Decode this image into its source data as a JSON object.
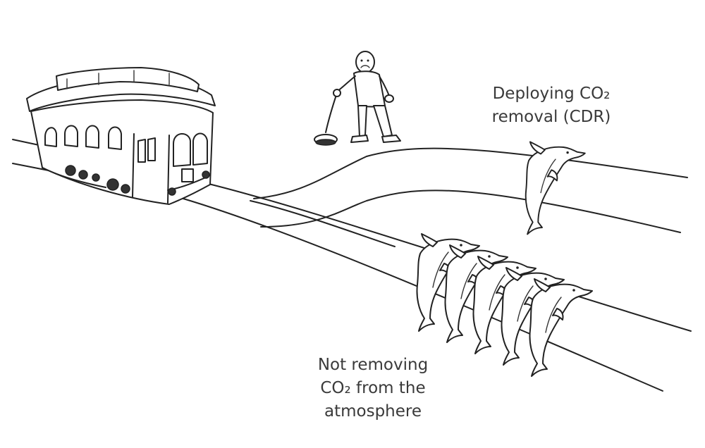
{
  "scene": {
    "caption_top": {
      "line1": "Deploying CO₂",
      "line2": "removal (CDR)"
    },
    "caption_bottom": {
      "line1": "Not removing",
      "line2": "CO₂ from the",
      "line3": "atmosphere"
    },
    "colors": {
      "ink": "#222222",
      "caption_text": "#3a3a3a",
      "background": "#ffffff"
    },
    "track_top_dolphin_count": 1,
    "track_bottom_dolphin_count": 5
  }
}
